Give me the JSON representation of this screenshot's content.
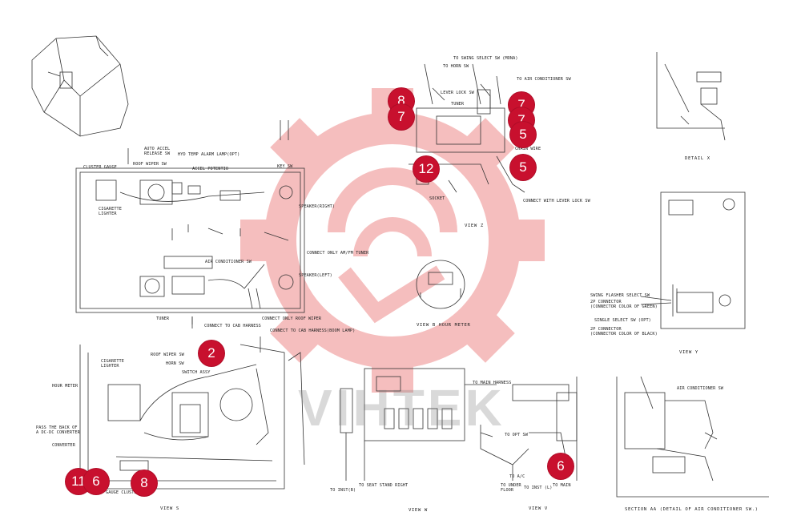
{
  "watermark": {
    "text": "VIHTEK",
    "color": "#f2a0a0"
  },
  "badge_color": "#c8102e",
  "badges": [
    "8",
    "7",
    "7",
    "7",
    "5",
    "12",
    "5",
    "2",
    "11",
    "6",
    "8",
    "6"
  ],
  "views": {
    "detail_x": "DETAIL X",
    "view_y": "VIEW Y",
    "view_z": "VIEW Z",
    "view_b_hour_meter": "VIEW B  HOUR METER",
    "view_s": "VIEW S",
    "view_w": "VIEW W",
    "view_v": "VIEW V",
    "section_aa": "SECTION AA  (DETAIL OF AIR CONDITIONER SW.)"
  },
  "labels": {
    "swing_select": "TO SWING SELECT SW (MONA)",
    "to_horn": "TO HORN SW",
    "to_air_cond": "TO AIR CONDITIONER SW",
    "lever_lock": "LEVER LOCK SW",
    "tuner_top": "TUNER",
    "chain_wire": "CHAIN WIRE",
    "socket": "SOCKET",
    "connect_lever": "CONNECT WITH LEVER LOCK SW",
    "cluster_gauge": "CLUSTER GAUGE",
    "roof_wiper_sw": "ROOF WIPER SW",
    "auto_accel": "AUTO ACCEL\nRELEASE SW",
    "hyd_temp": "HYD TEMP ALARM LAMP(OPT)",
    "accel_potent": "ACCEL POTENTIO",
    "key_sw": "KEY SW",
    "cigarette": "CIGARETTE\nLIGHTER",
    "speaker_right": "SPEAKER(RIGHT)",
    "connect_amfm": "CONNECT ONLY AM/FM TUNER",
    "air_cond_sw": "AIR CONDITIONER SW",
    "speaker_left": "SPEAKER(LEFT)",
    "tuner": "TUNER",
    "connect_cab": "CONNECT TO CAB HARNESS",
    "connect_roof": "CONNECT ONLY ROOF WIPER",
    "connect_cab_boom": "CONNECT TO CAB HARNESS(BOOM LAMP)",
    "swing_flasher": "SWING FLASHER SELECT SW",
    "conn_green": "2P CONNECTOR\n(CONNECTOR COLOR OF GREEN)",
    "single_select": "SINGLE SELECT SW (OPT)",
    "conn_black": "2P CONNECTOR\n(CONNECTOR COLOR OF BLACK)",
    "cigarette2": "CIGARETTE\nLIGHTER",
    "roof_wiper2": "ROOF WIPER SW",
    "horn_sw": "HORN SW",
    "switch_assy": "SWITCH ASSY",
    "hour_meter": "HOUR METER",
    "pass_back": "PASS THE BACK OF\nA DC-DC CONVERTER",
    "converter": "CONVERTER",
    "gauge_cluster": "GAUGE CLUSTER",
    "main_harness": "TO MAIN HARNESS",
    "to_opt": "TO OPT SW",
    "to_ac": "TO A/C",
    "to_under": "TO UNDER\nFLOOR",
    "to_inst": "TO INST (L)",
    "to_main": "TO MAIN",
    "to_inst_b": "TO INST(B)",
    "to_seat": "TO SEAT STAND RIGHT",
    "air_cond_aa": "AIR CONDITIONER SW"
  }
}
